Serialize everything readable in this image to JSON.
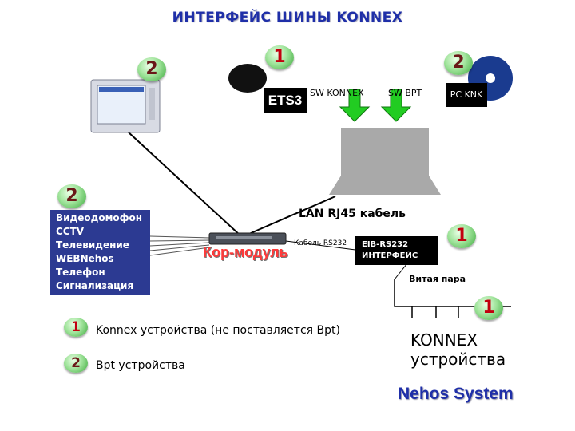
{
  "title": "ИНТЕРФЕЙС ШИНЫ KONNEX",
  "badges": {
    "touch_panel": "2",
    "ets_top": "1",
    "pc_knk_top": "2",
    "services": "2",
    "eib_interface": "1",
    "knx_devices": "1",
    "legend_one": "1",
    "legend_two": "2"
  },
  "software": {
    "ets": "ETS3",
    "sw_konnex": "SW KONNEX",
    "sw_bpt": "SW BPT",
    "pc_knk": "PC KNK"
  },
  "lan_label": "LAN RJ45 кабель",
  "services": [
    "Видеодомофон",
    "CCTV",
    "Телевидение",
    "WEBNehos",
    "Телефон",
    "Сигнализация"
  ],
  "kor_module": "Кор-модуль",
  "cable_rs232": "Кабель RS232",
  "eib_interface": {
    "line1": "EIB-RS232",
    "line2": "ИНТЕРФЕЙС"
  },
  "twisted_pair": "Витая пара",
  "knx_devices": {
    "line1": "KONNEX",
    "line2": "устройства"
  },
  "legend": {
    "one": "Konnex устройства (не поставляется Bpt)",
    "two": "Bpt устройства"
  },
  "brand": "Nehos System",
  "colors": {
    "title": "#1f2fa8",
    "services_box": "#2c3a92",
    "kor_module": "#ff3a3a",
    "badge_green": "#3aa83a",
    "arrow_green": "#22cc22"
  }
}
